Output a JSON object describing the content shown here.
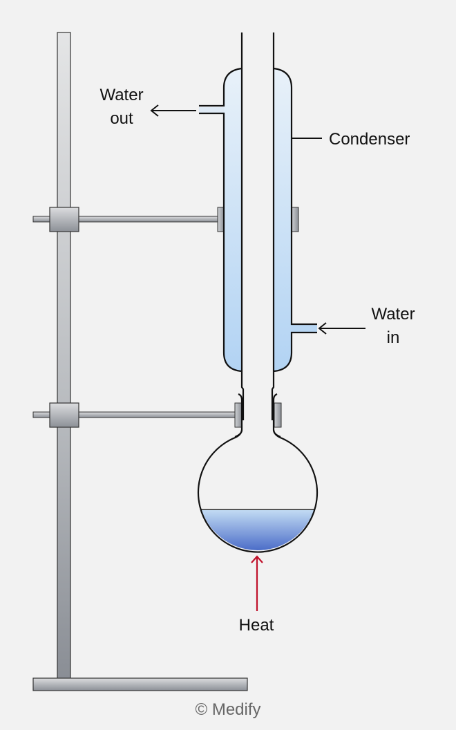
{
  "title": "Reflux apparatus",
  "labels": {
    "water_out_line1": "Water",
    "water_out_line2": "out",
    "condenser": "Condenser",
    "water_in_line1": "Water",
    "water_in_line2": "in",
    "heat": "Heat"
  },
  "copyright": "© Medify",
  "colors": {
    "background": "#f2f2f2",
    "condenser_water_top": "#e6f0f8",
    "condenser_water_bottom": "#b4d4f2",
    "flask_liquid_top": "#c0daf3",
    "flask_liquid_bottom": "#3a62c2",
    "heat_arrow": "#c0102a",
    "stand_metal": "#9ea2a8"
  }
}
